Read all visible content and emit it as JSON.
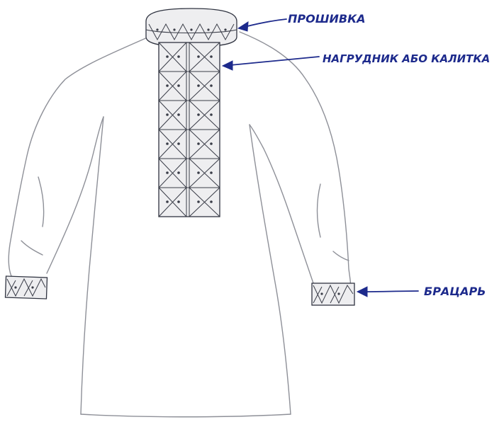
{
  "labels": {
    "collar": "ПРОШИВКА",
    "chest_panel": "НАГРУДНИК АБО КАЛИТКА",
    "cuff": "БРАЦАРЬ"
  },
  "colors": {
    "label_ink": "#1d2a8c",
    "sketch_outline": "#8e9098",
    "embroidery_ink": "#2f3340"
  }
}
